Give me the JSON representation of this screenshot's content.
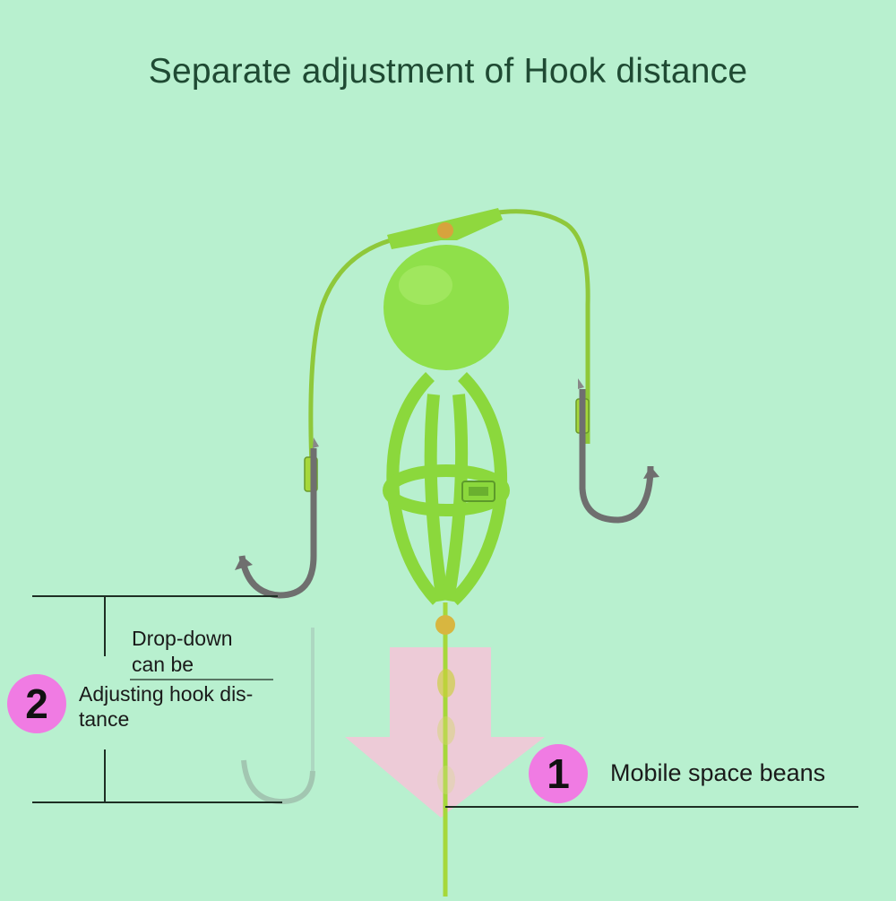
{
  "title": "Separate adjustment of Hook distance",
  "callouts": {
    "one": {
      "number": "1",
      "text": "Mobile space beans"
    },
    "two": {
      "number": "2",
      "line1": "Drop-down",
      "line2": "can be",
      "line3": "Adjusting hook dis-",
      "line4": "tance"
    }
  },
  "colors": {
    "background": "#b8f0cf",
    "float": "#8fe04a",
    "badge": "#f07be3",
    "arrow": "#f6c4d8",
    "hook": "#7a7a7a"
  }
}
